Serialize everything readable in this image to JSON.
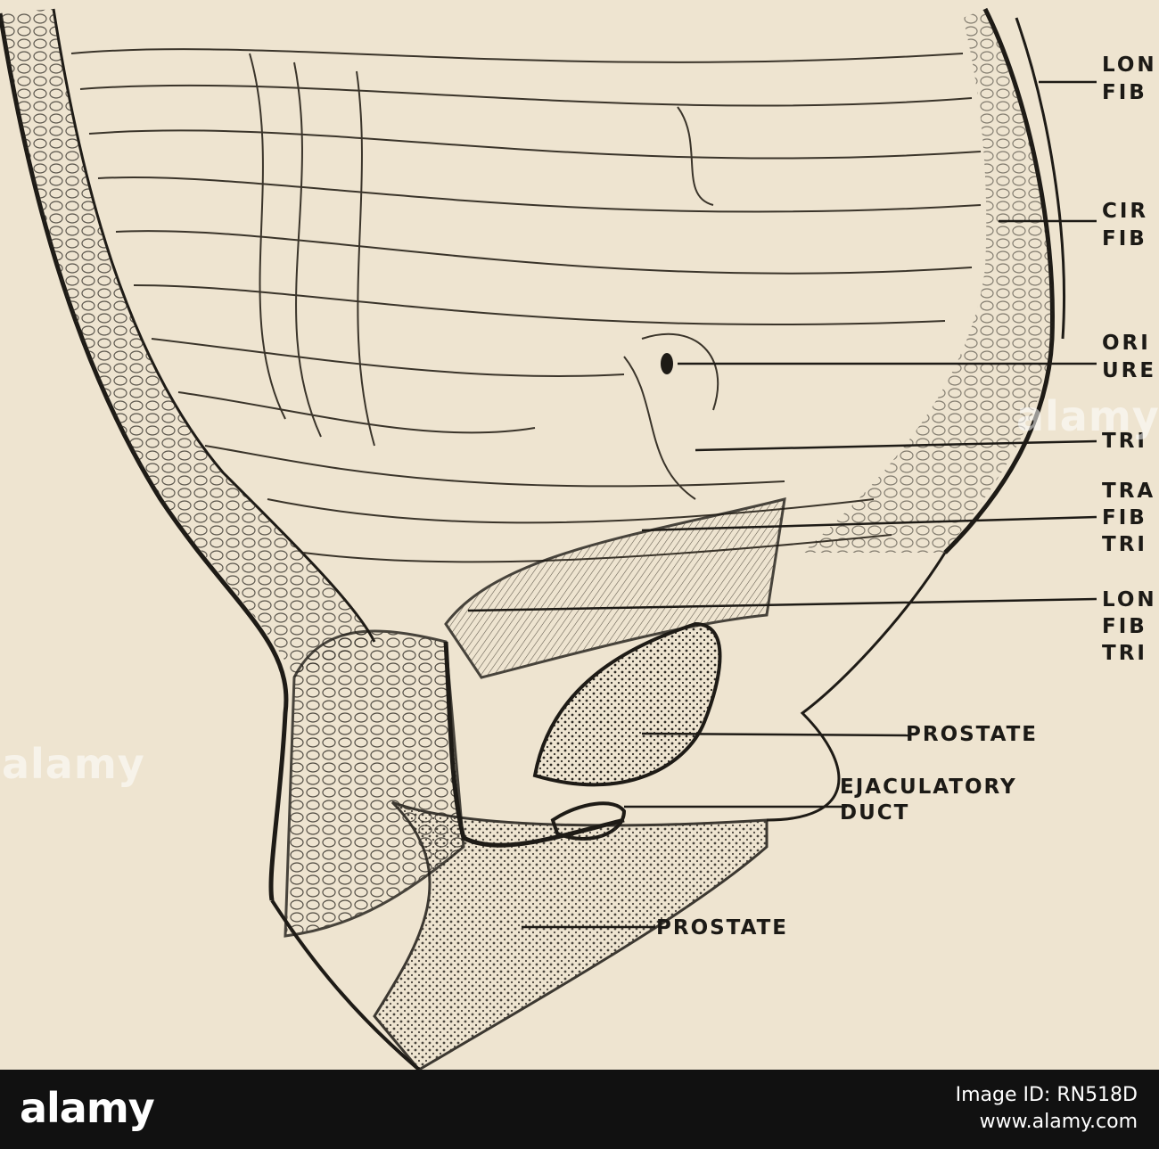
{
  "figure": {
    "labels": [
      {
        "id": "longitudinal-fibres-top",
        "lines": [
          "LON",
          "FIB"
        ]
      },
      {
        "id": "circular-fibres",
        "lines": [
          "CIR",
          "FIB"
        ]
      },
      {
        "id": "orifice-ureter",
        "lines": [
          "ORI",
          "URE"
        ]
      },
      {
        "id": "trigone",
        "lines": [
          "TRI"
        ]
      },
      {
        "id": "transverse-fibres-trigone",
        "lines": [
          "TRA",
          "FIB",
          "TRI"
        ]
      },
      {
        "id": "longitudinal-fibres-trigone",
        "lines": [
          "LON",
          "FIB",
          "TRI"
        ]
      },
      {
        "id": "prostate-upper",
        "lines": [
          "PROSTATE"
        ]
      },
      {
        "id": "ejaculatory-duct",
        "lines": [
          "EJACULATORY",
          "DUCT"
        ]
      },
      {
        "id": "prostate-lower",
        "lines": [
          "PROSTATE"
        ]
      }
    ]
  },
  "watermark": {
    "text": "alamy"
  },
  "footer": {
    "logo": "alamy",
    "image_id_label": "Image ID: RN518D",
    "site": "www.alamy.com"
  }
}
